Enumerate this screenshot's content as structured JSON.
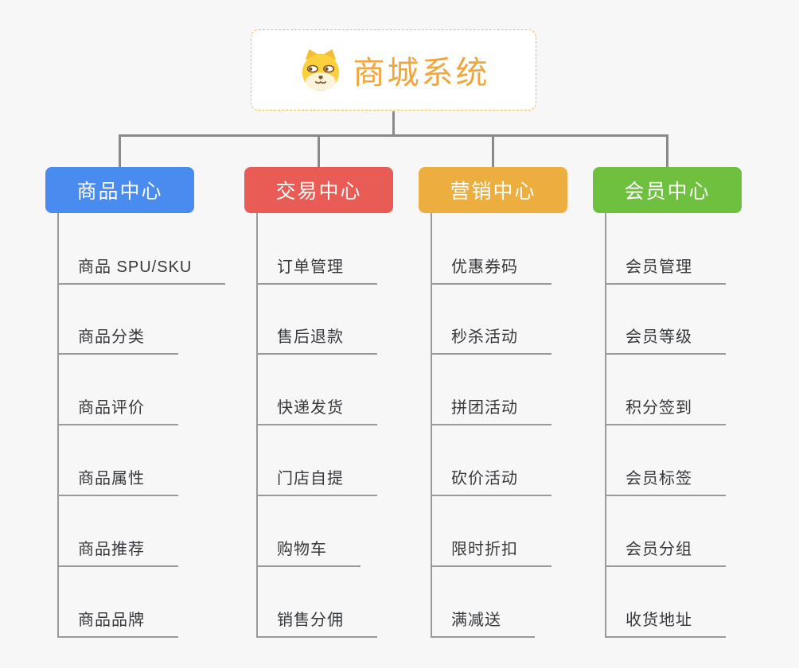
{
  "root": {
    "title": "商城系统",
    "icon": "shiba-dog-icon"
  },
  "colors": {
    "background": "#f7f7f7",
    "connector": "#8a8a8a",
    "underline": "#9a9a9a",
    "root_text": "#efa63c",
    "root_border": "#f2b863",
    "item_text": "#36383c"
  },
  "branches": [
    {
      "label": "商品中心",
      "color": "#4a8bf0",
      "items": [
        "商品 SPU/SKU",
        "商品分类",
        "商品评价",
        "商品属性",
        "商品推荐",
        "商品品牌"
      ]
    },
    {
      "label": "交易中心",
      "color": "#e85c55",
      "items": [
        "订单管理",
        "售后退款",
        "快递发货",
        "门店自提",
        "购物车",
        "销售分佣"
      ]
    },
    {
      "label": "营销中心",
      "color": "#edae40",
      "items": [
        "优惠券码",
        "秒杀活动",
        "拼团活动",
        "砍价活动",
        "限时折扣",
        "满减送"
      ]
    },
    {
      "label": "会员中心",
      "color": "#6fc03f",
      "items": [
        "会员管理",
        "会员等级",
        "积分签到",
        "会员标签",
        "会员分组",
        "收货地址"
      ]
    }
  ]
}
